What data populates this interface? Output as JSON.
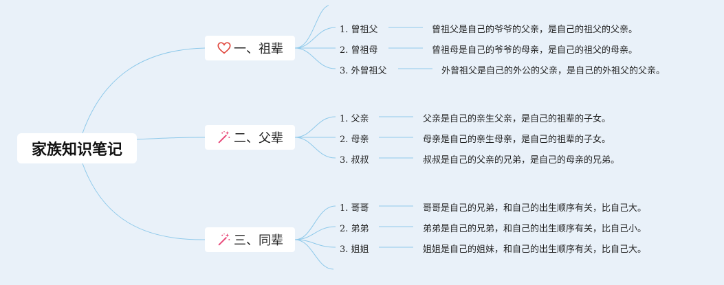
{
  "root": {
    "title": "家族知识笔记"
  },
  "branches": [
    {
      "label": "一、祖辈",
      "icon": "heart-icon",
      "items": [
        {
          "label": "1. 曾祖父",
          "desc": "曾祖父是自己的爷爷的父亲，是自己的祖父的父亲。"
        },
        {
          "label": "2. 曾祖母",
          "desc": "曾祖母是自己的爷爷的母亲，是自己的祖父的母亲。"
        },
        {
          "label": "3. 外曾祖父",
          "desc": "外曾祖父是自己的外公的父亲，是自己的外祖父的父亲。"
        }
      ]
    },
    {
      "label": "二、父辈",
      "icon": "magic-wand-icon",
      "items": [
        {
          "label": "1. 父亲",
          "desc": "父亲是自己的亲生父亲，是自己的祖辈的子女。"
        },
        {
          "label": "2. 母亲",
          "desc": "母亲是自己的亲生母亲，是自己的祖辈的子女。"
        },
        {
          "label": "3. 叔叔",
          "desc": "叔叔是自己的父亲的兄弟，是自己的母亲的兄弟。"
        }
      ]
    },
    {
      "label": "三、同辈",
      "icon": "magic-wand-icon",
      "items": [
        {
          "label": "1. 哥哥",
          "desc": "哥哥是自己的兄弟，和自己的出生顺序有关，比自己大。"
        },
        {
          "label": "2. 弟弟",
          "desc": "弟弟是自己的兄弟，和自己的出生顺序有关，比自己小。"
        },
        {
          "label": "3. 姐姐",
          "desc": "姐姐是自己的姐妹，和自己的出生顺序有关，比自己大。"
        }
      ]
    }
  ],
  "colors": {
    "link": "#8ec9ea",
    "heart": "#e0463c",
    "wand": "#e84a7a",
    "background": "#e9f1f9"
  }
}
